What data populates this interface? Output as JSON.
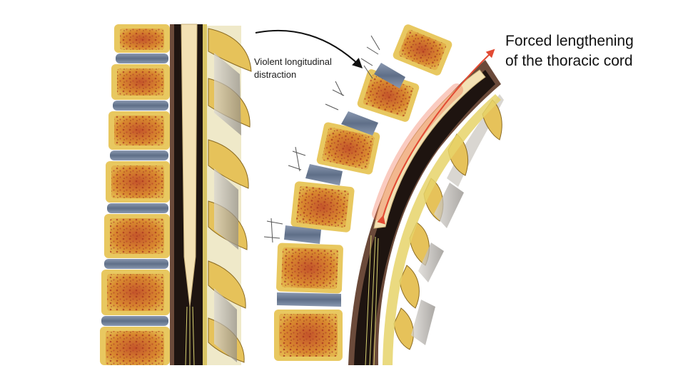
{
  "annotations": {
    "distraction_line1": "Violent longitudinal",
    "distraction_line2": "distraction",
    "forced_line1": "Forced lengthening",
    "forced_line2": "of the thoracic cord"
  },
  "colors": {
    "vertebral_body_fill": "#d98a2f",
    "vertebral_body_rim": "#e8c860",
    "bone_marrow_dots": "#a8321e",
    "intervertebral_disc": "#6f7f99",
    "spinal_cord": "#f3e1b4",
    "dura_canal": "#1e1410",
    "ligament_brown": "#6b4a3a",
    "lamina_gray": "#b7b3ae",
    "stretch_highlight": "#f2694a",
    "arrow_black": "#111111",
    "arrow_red": "#e24a33"
  }
}
